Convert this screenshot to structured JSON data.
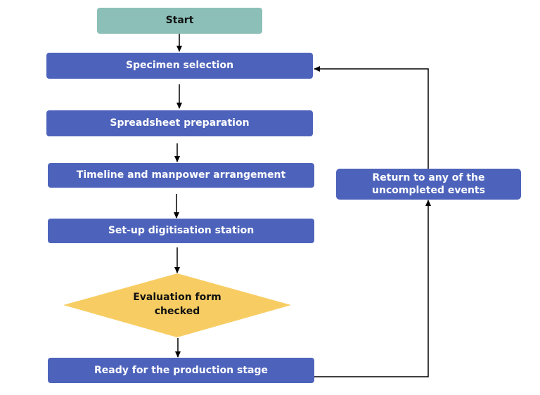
{
  "flowchart": {
    "start": "Start",
    "steps": [
      "Specimen selection",
      "Spreadsheet preparation",
      "Timeline and manpower arrangement",
      "Set-up digitisation station"
    ],
    "decision": {
      "line1": "Evaluation form",
      "line2": "checked"
    },
    "end": "Ready for the production stage",
    "loop": {
      "line1": "Return to any of the",
      "line2": "uncompleted events"
    }
  },
  "colors": {
    "process": "#4d63bb",
    "terminal": "#8bbfb8",
    "decision": "#f7cd63",
    "connector": "#000000"
  }
}
